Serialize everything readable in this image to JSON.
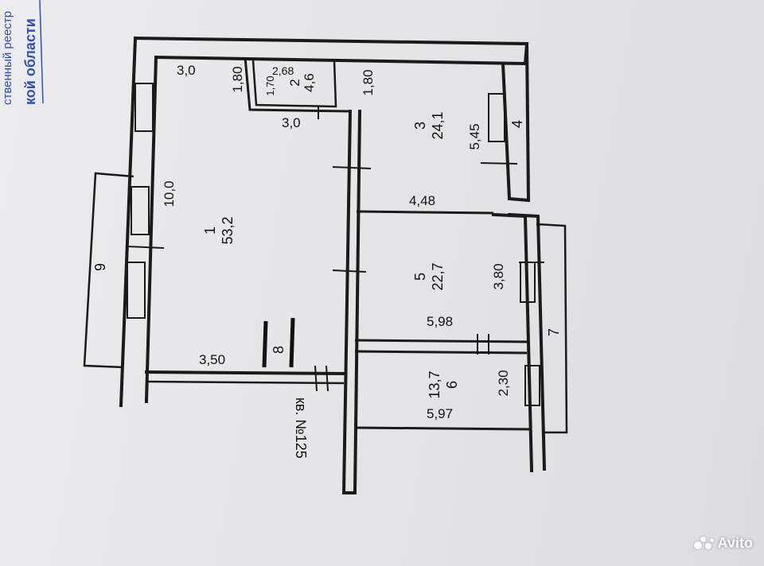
{
  "stamp": {
    "line1": "кой области",
    "line2": "ственный реестр"
  },
  "rooms": {
    "r1": {
      "number": "1",
      "area": "53,2"
    },
    "r2": {
      "number": "2",
      "area": "4,6"
    },
    "r3": {
      "number": "3",
      "area": "24,1"
    },
    "r4": {
      "number": "4"
    },
    "r5": {
      "number": "5",
      "area": "22,7"
    },
    "r6": {
      "number": "6",
      "area": "13,7"
    },
    "r7": {
      "number": "7"
    },
    "r8": {
      "number": "8"
    },
    "r9": {
      "number": "9"
    }
  },
  "dimensions": {
    "d_3_0_top": "3,0",
    "d_1_80_left": "1,80",
    "d_2_68": "2,68",
    "d_1_70": "1,70",
    "d_3_0_mid": "3,0",
    "d_1_80_right": "1,80",
    "d_10_0": "10,0",
    "d_5_45": "5,45",
    "d_4_48": "4,48",
    "d_3_80": "3,80",
    "d_5_98": "5,98",
    "d_2_30": "2,30",
    "d_5_97": "5,97",
    "d_3_50": "3,50"
  },
  "apartment_label": "кв. №125",
  "watermark": "Avito"
}
